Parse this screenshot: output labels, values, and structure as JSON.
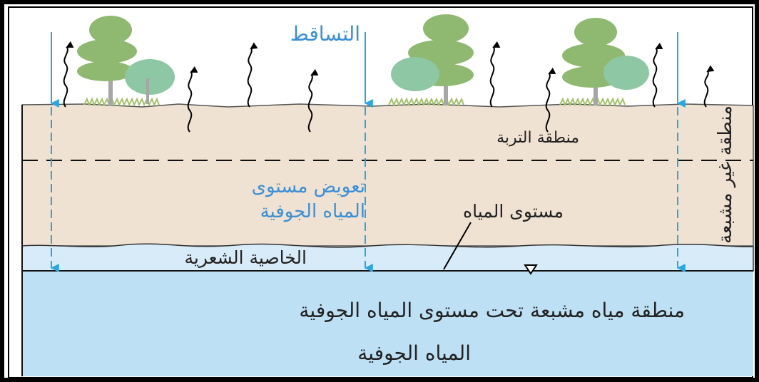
{
  "labels": {
    "precipitation": "التساقط",
    "soil_zone": "منطقة التربة",
    "recharge_line1": "تعويض مستوى",
    "recharge_line2": "المياه الجوفية",
    "water_table": "مستوى المياه",
    "capillary_fringe": "الخاصية الشعرية",
    "saturated_zone": "منطقة مياه مشبعة تحت مستوى المياه الجوفية",
    "groundwater": "المياه الجوفية",
    "unsaturated_zone": "منطقة غير مشبعة"
  },
  "colors": {
    "soil": "#f0e2d2",
    "capillary": "#d8ebf8",
    "saturated": "#bee0f4",
    "arrow_blue": "#2aa7e1",
    "label_blue": "#3a8fd6",
    "tree_green": "#8fb870",
    "shrub_green": "#8ec7a3",
    "trunk": "#a6a6a6",
    "grass": "#a3c26a",
    "border": "#000000"
  },
  "icons": [
    "tree-icon",
    "shrub-icon",
    "grass-icon",
    "evaporation-arrow-icon",
    "precipitation-arrow-icon",
    "water-table-marker-icon"
  ]
}
